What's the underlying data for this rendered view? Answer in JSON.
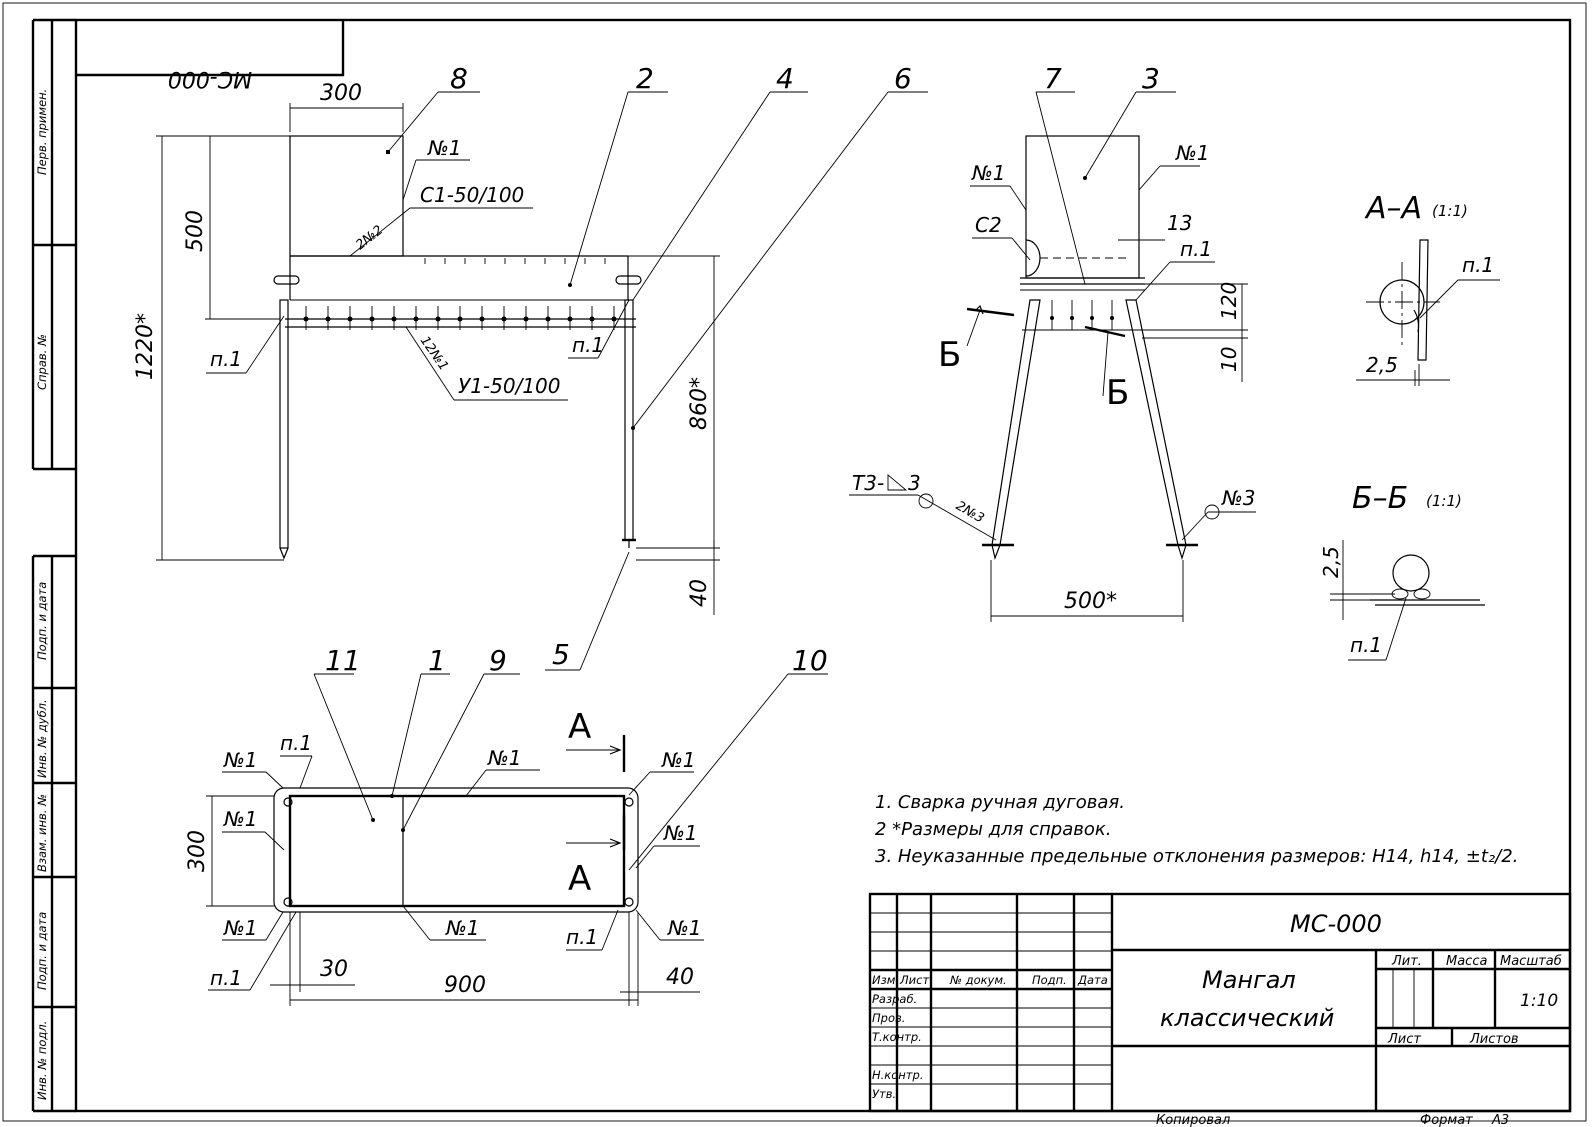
{
  "designation": "МС-000",
  "designation_mirrored": "МС-000",
  "part_name_line1": "Мангал",
  "part_name_line2": "классический",
  "left_strip": {
    "perv_primen": "Перв. примен.",
    "sprav_no": "Справ. №",
    "podp_data_1": "Подп. и дата",
    "inv_dubl": "Инв. № дубл.",
    "vzam_inv": "Взам. инв. №",
    "podp_data_2": "Подп. и дата",
    "inv_podl": "Инв. № подл."
  },
  "title_block": {
    "izm": "Изм.",
    "list": "Лист",
    "no_dokum": "№ докум.",
    "podp": "Подп.",
    "data": "Дата",
    "razrab": "Разраб.",
    "prov": "Пров.",
    "tkontr": "Т.контр.",
    "nkontr": "Н.контр.",
    "utv": "Утв.",
    "lit": "Лит.",
    "massa": "Масса",
    "masshtab": "Масштаб",
    "scale_value": "1:10",
    "list2": "Лист",
    "listov": "Листов",
    "kopiroval": "Копировал",
    "format": "Формат",
    "format_value": "А3"
  },
  "notes": [
    "1. Сварка ручная дуговая.",
    "2  *Размеры для справок.",
    "3. Неуказанные предельные отклонения размеров: Н14, h14, ±t₂/2."
  ],
  "front_view": {
    "dims": {
      "d300": "300",
      "d500": "500",
      "d1220": "1220*",
      "d860": "860*",
      "d40": "40"
    },
    "balloons": {
      "b8": "8",
      "b2": "2",
      "b4": "4",
      "b6": "6",
      "b5": "5"
    },
    "labels": {
      "n1a": "№1",
      "c1": "С1-50/100",
      "w2": "2№2",
      "p1a": "п.1",
      "p1b": "п.1",
      "w12": "12№1",
      "u1": "У1-50/100"
    }
  },
  "side_view": {
    "dims": {
      "d13": "13",
      "d120": "120",
      "d10": "10",
      "d500": "500*"
    },
    "balloons": {
      "b7": "7",
      "b3": "3"
    },
    "labels": {
      "n1a": "№1",
      "n1b": "№1",
      "c2": "С2",
      "p1": "п.1",
      "secB1": "Б",
      "secB2": "Б",
      "t3": "Т3-",
      "t3n": "3",
      "w2n3": "2№3",
      "n3": "№3"
    }
  },
  "section_aa": {
    "title": "А–А",
    "scale": "(1:1)",
    "p1": "п.1",
    "d25": "2,5"
  },
  "section_bb": {
    "title": "Б–Б",
    "scale": "(1:1)",
    "p1": "п.1",
    "d25": "2,5"
  },
  "top_view": {
    "balloons": {
      "b11": "11",
      "b1": "1",
      "b9": "9",
      "b10": "10"
    },
    "dims": {
      "d300": "300",
      "d30": "30",
      "d900": "900",
      "d40": "40"
    },
    "labels": {
      "n1_1": "№1",
      "p1_1": "п.1",
      "n1_2": "№1",
      "n1_3": "№1",
      "n1_4": "№1",
      "n1_5": "№1",
      "n1_6": "№1",
      "n1_7": "№1",
      "n1_8": "№1",
      "p1_2": "п.1",
      "p1_3": "п.1",
      "secA1": "А",
      "secA2": "А"
    }
  }
}
